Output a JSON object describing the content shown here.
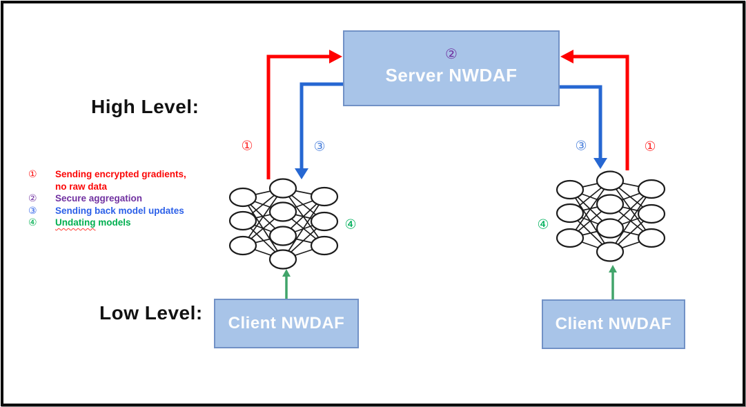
{
  "levels": {
    "high": "High Level:",
    "low": "Low Level:"
  },
  "server": {
    "step_badge": "②",
    "label": "Server NWDAF"
  },
  "clients": {
    "left": "Client NWDAF",
    "right": "Client NWDAF"
  },
  "flow_labels": {
    "step1": "①",
    "step2": "②",
    "step3": "③",
    "step4": "④"
  },
  "legend": {
    "items": [
      {
        "num": "①",
        "line1": "Sending encrypted gradients,",
        "line2": "no raw data",
        "color": "#fb0606"
      },
      {
        "num": "②",
        "line1": "Secure aggregation",
        "color": "#7030a0"
      },
      {
        "num": "③",
        "line1": "Sending back model updates",
        "color": "#2b5fe8"
      },
      {
        "num": "④",
        "word": "Undating",
        "rest": " models",
        "color": "#00af50",
        "spellcheck_underline": true
      }
    ]
  },
  "colors": {
    "box_fill": "#a8c4e8",
    "box_border": "#7191c6",
    "arrow_red": "#ff0000",
    "arrow_blue": "#2667d2",
    "arrow_green": "#41a46a",
    "circled_red": "#ff2b2b",
    "circled_blue": "#4a80dc",
    "circled_green": "#00b05c",
    "badge_purple": "#7030a0",
    "frame_black": "#0b0b0b"
  }
}
